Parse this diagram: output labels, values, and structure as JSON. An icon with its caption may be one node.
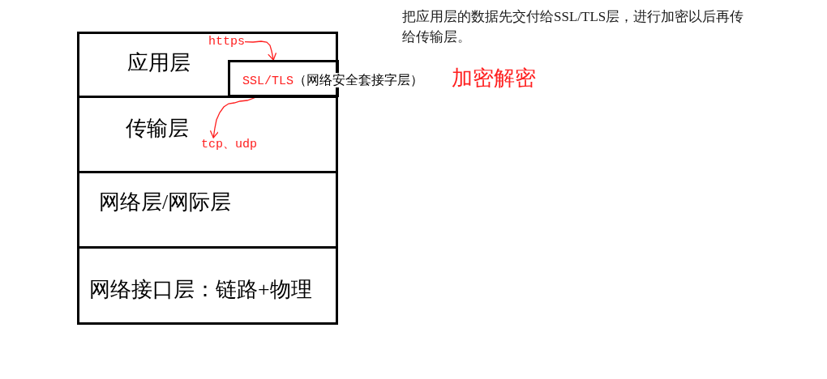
{
  "diagram": {
    "nodes": [
      {
        "text": [
          "应用层"
        ]
      },
      {
        "text": [
          "https"
        ],
        "in": 0
      },
      {
        "text": [
          "SSL/TLS",
          "（网络安全套接字层）"
        ],
        "beside": [
          "加密解密"
        ],
        "in": 0
      },
      {
        "text": [
          "传输层"
        ]
      },
      {
        "text": [
          "tcp、udp"
        ],
        "in": 3
      },
      {
        "text": [
          "网络层/网际层"
        ]
      },
      {
        "text": [
          "网络接口层：链路+物理"
        ]
      }
    ],
    "edges": [
      {
        "from": 1,
        "to": 2,
        "arrow": "to"
      },
      {
        "from": 2,
        "to": 4,
        "arrow": "to"
      }
    ],
    "labels": [
      "把应用层的数据先交付给SSL/TLS层，进行加密以后再传给传输层。"
    ]
  }
}
